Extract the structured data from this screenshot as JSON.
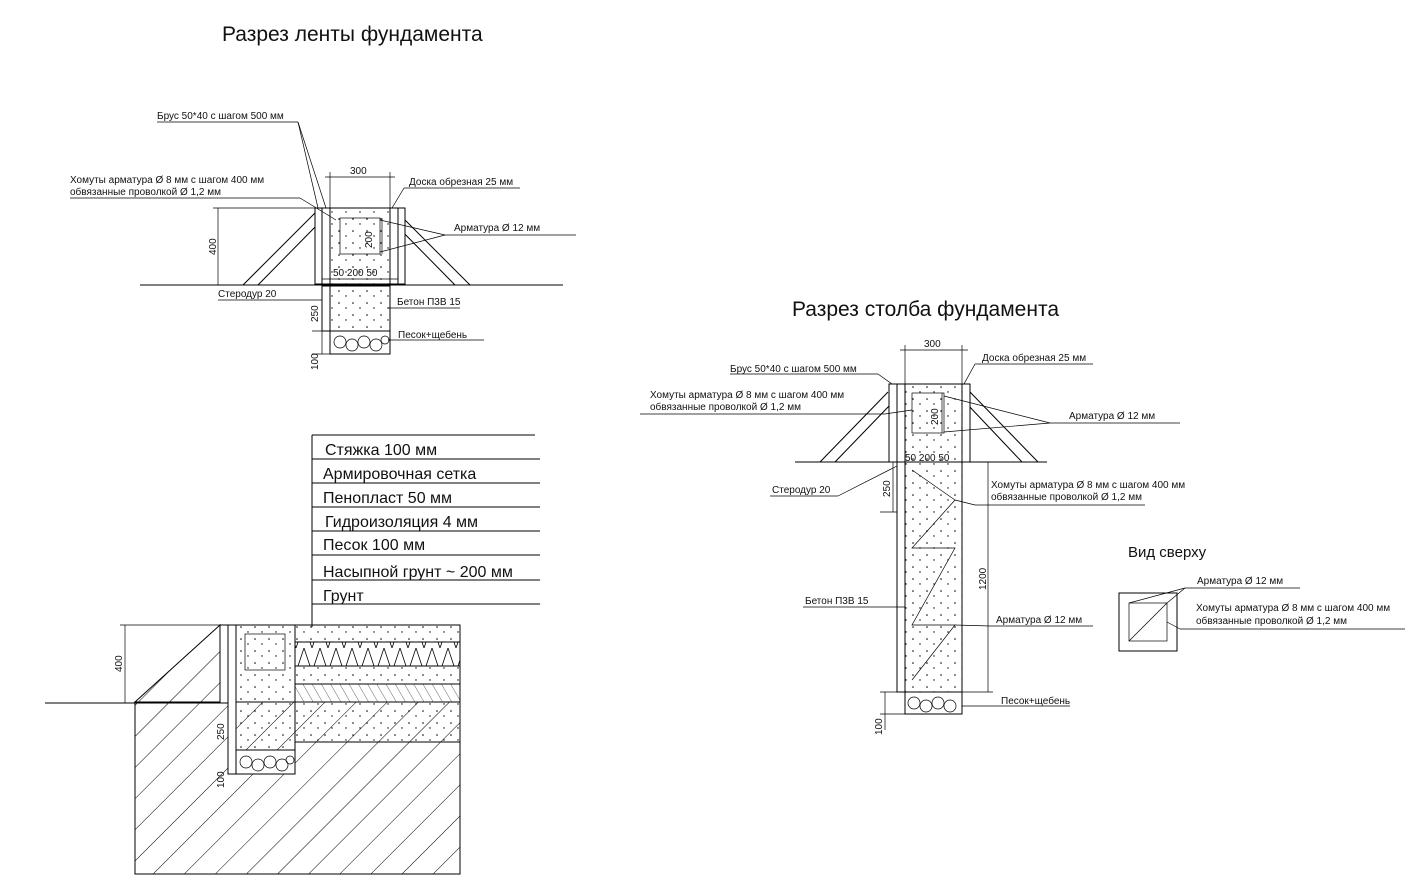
{
  "titles": {
    "strip": "Разрез ленты фундамента",
    "column": "Разрез столба фундамента",
    "top_view": "Вид сверху"
  },
  "strip_labels": {
    "brus": "Брус 50*40 с шагом 500 мм",
    "homuty_1": "Хомуты арматура Ø 8 мм с шагом 400 мм",
    "homuty_2": "обвязанные проволкой Ø 1,2 мм",
    "doska": "Доска обрезная 25 мм",
    "armatura": "Арматура Ø 12 мм",
    "sterodur": "Стеродур 20",
    "beton": "Бетон П3В 15",
    "pesok": "Песок+щебень",
    "dim_300": "300",
    "dim_400": "400",
    "dim_200v": "200",
    "dim_50_200_50": "50  200  50",
    "dim_250": "250",
    "dim_100": "100"
  },
  "column_labels": {
    "brus": "Брус 50*40 с шагом 500 мм",
    "homuty_top_1": "Хомуты арматура Ø 8 мм с шагом 400 мм",
    "homuty_top_2": "обвязанные проволкой Ø 1,2 мм",
    "doska": "Доска обрезная 25 мм",
    "armatura_top": "Арматура Ø 12 мм",
    "sterodur": "Стеродур 20",
    "homuty_mid_1": "Хомуты арматура Ø 8 мм с шагом 400 мм",
    "homuty_mid_2": "обвязанные проволкой Ø 1,2 мм",
    "beton": "Бетон П3В 15",
    "armatura_mid": "Арматура Ø 12 мм",
    "pesok": "Песок+щебень",
    "dim_300": "300",
    "dim_200v": "200",
    "dim_50_200_50": "50  200  50",
    "dim_250": "250",
    "dim_1200": "1200",
    "dim_100": "100"
  },
  "top_view_labels": {
    "armatura": "Арматура Ø 12 мм",
    "homuty_1": "Хомуты арматура Ø 8 мм с шагом 400 мм",
    "homuty_2": "обвязанные проволкой Ø 1,2 мм"
  },
  "floor_layers": [
    "Стяжка 100 мм",
    "Армировочная сетка",
    "Пенопласт 50 мм",
    "Гидроизоляция 4 мм",
    "Песок 100 мм",
    "Насыпной грунт ~ 200 мм",
    "Грунт"
  ],
  "floor_dims": {
    "dim_400": "400",
    "dim_250": "250",
    "dim_100": "100"
  }
}
